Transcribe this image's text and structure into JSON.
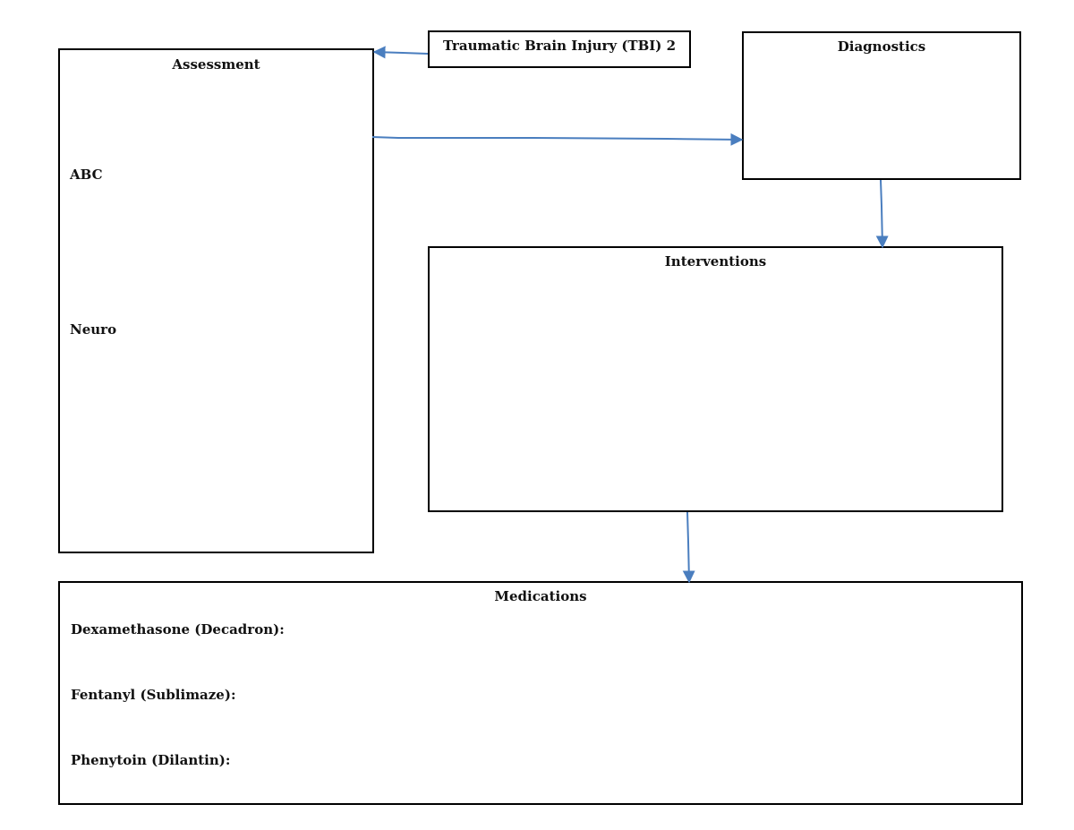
{
  "diagram": {
    "title_box": {
      "label": "Traumatic Brain Injury (TBI) 2"
    },
    "assessment": {
      "title": "Assessment",
      "items": [
        "ABC",
        "Neuro"
      ]
    },
    "diagnostics": {
      "title": "Diagnostics"
    },
    "interventions": {
      "title": "Interventions"
    },
    "medications": {
      "title": "Medications",
      "items": [
        "Dexamethasone (Decadron):",
        "Fentanyl (Sublimaze):",
        "Phenytoin (Dilantin):"
      ]
    },
    "connector_color": "#4a7ebf"
  }
}
